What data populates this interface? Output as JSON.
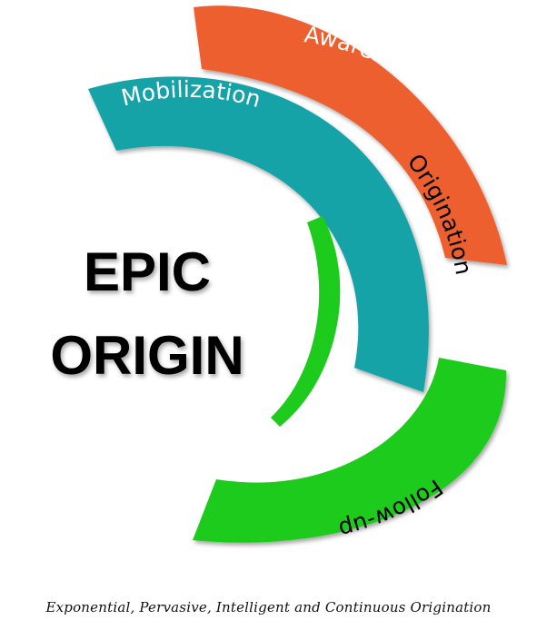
{
  "title": {
    "line1": "EPIC",
    "line2": "ORIGIN"
  },
  "stages": [
    {
      "label": "Awareness",
      "color": "#ED5E2E",
      "text_color": "#ffffff"
    },
    {
      "label": "Mobilization",
      "color": "#14A3A8",
      "text_color": "#ffffff"
    },
    {
      "label": "Origination",
      "color": "#ED5E2E",
      "text_color": "#000000"
    },
    {
      "label": "Follow-up",
      "color": "#1CCB1C",
      "text_color": "#000000"
    }
  ],
  "inner_arc_color": "#1CCB1C",
  "tagline": "Exponential, Pervasive, Intelligent and Continuous Origination"
}
